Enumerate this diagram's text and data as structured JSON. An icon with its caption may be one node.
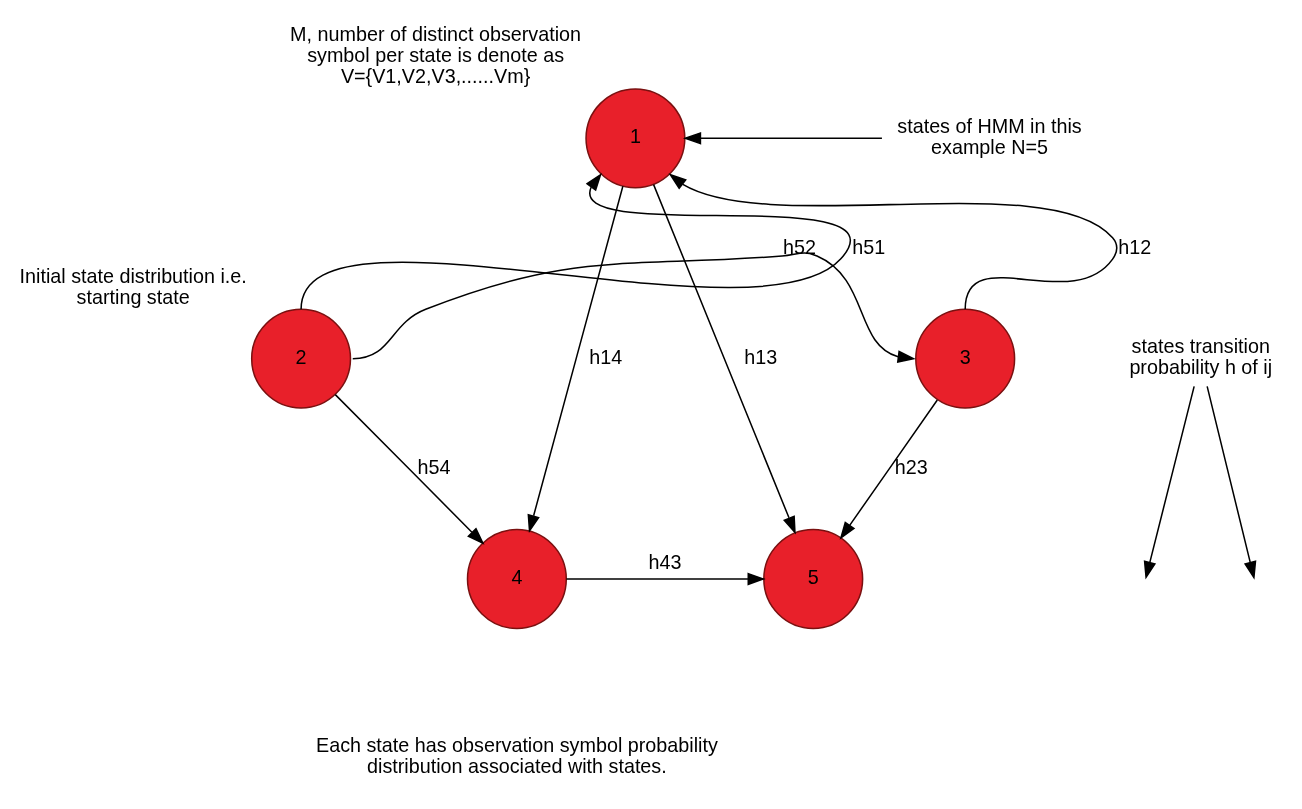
{
  "diagram": {
    "nodes": [
      {
        "text": [
          "1"
        ],
        "beside": [
          "M, number of distinct observation symbol per state is denote as V={V1,V2,V3,......Vm}"
        ]
      },
      {
        "text": [
          "2"
        ],
        "beside": [
          "Initial state distribution i.e. starting state"
        ]
      },
      {
        "text": [
          "3"
        ]
      },
      {
        "text": [
          "4"
        ]
      },
      {
        "text": [
          "5"
        ]
      },
      {
        "text": [
          "states of HMM in this example N=5"
        ]
      },
      {
        "text": [
          "states transition probability h of ij"
        ]
      }
    ],
    "edges": [
      {
        "from": 1,
        "to": 0,
        "arrow": "to",
        "label": "h51"
      },
      {
        "from": 0,
        "to": 3,
        "arrow": "to",
        "label": "h14"
      },
      {
        "from": 0,
        "to": 4,
        "arrow": "to",
        "label": "h13"
      },
      {
        "from": 2,
        "to": 0,
        "arrow": "to",
        "label": "h12"
      },
      {
        "from": 1,
        "to": 2,
        "arrow": "to",
        "label": "h52"
      },
      {
        "from": 1,
        "to": 3,
        "arrow": "to",
        "label": "h54"
      },
      {
        "from": 2,
        "to": 4,
        "arrow": "to",
        "label": "h23"
      },
      {
        "from": 3,
        "to": 4,
        "arrow": "to",
        "label": "h43"
      },
      {
        "from": 5,
        "to": 0,
        "arrow": "to"
      },
      {
        "from": 6,
        "to": null,
        "arrow": "to"
      },
      {
        "from": 6,
        "to": null,
        "arrow": "to"
      }
    ],
    "labels": [
      "Each state has observation symbol probability distribution associated with states."
    ]
  }
}
